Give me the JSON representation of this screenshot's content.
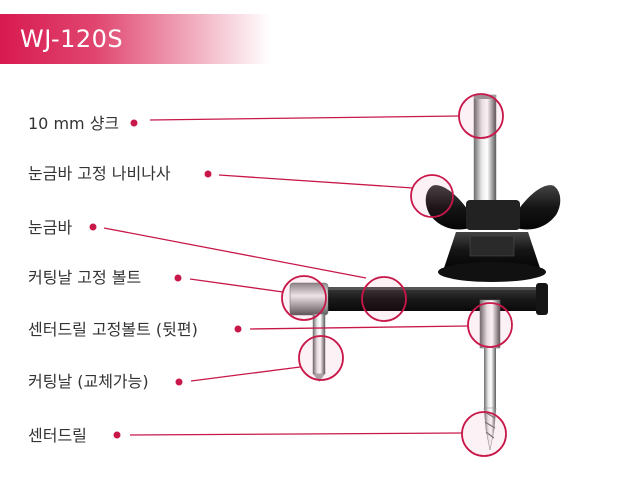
{
  "header": {
    "model": "WJ-120S"
  },
  "labels": {
    "shank": "10 mm 샹크",
    "wing_nut": "눈금바 고정 나비나사",
    "scale_bar": "눈금바",
    "cutter_bolt": "커팅날 고정 볼트",
    "center_bolt": "센터드릴 고정볼트 (뒷편)",
    "cutter_blade": "커팅날 (교체가능)",
    "center_drill": "센터드릴"
  },
  "colors": {
    "accent": "#d81a50",
    "leader_line": "#c8184a",
    "label_text": "#333333"
  }
}
